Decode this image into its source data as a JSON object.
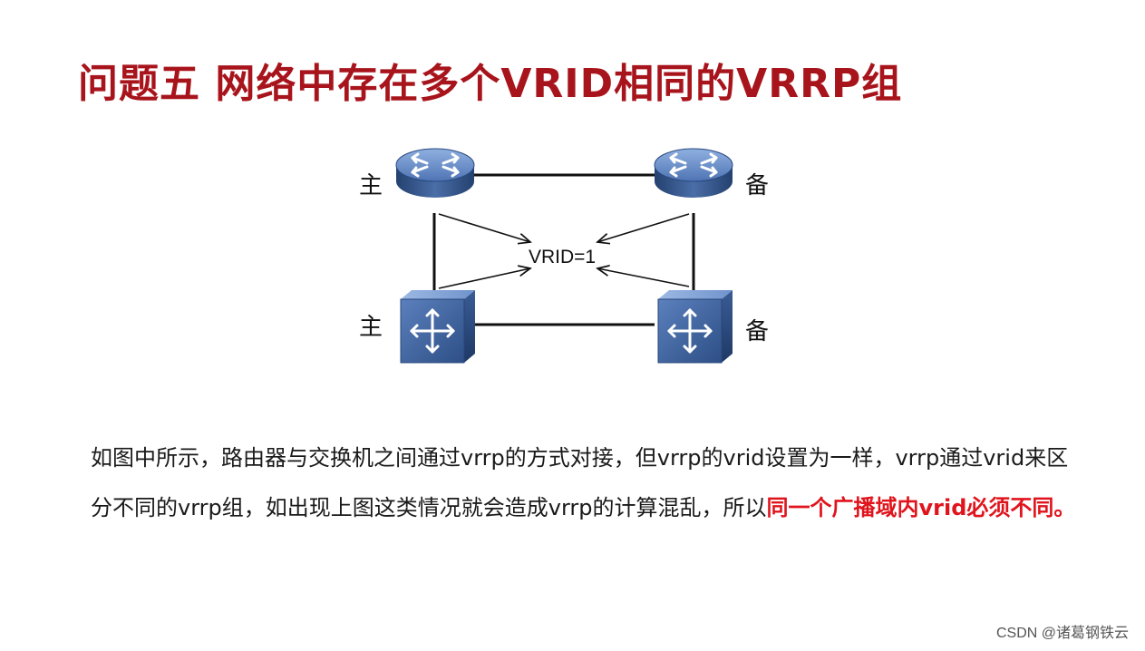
{
  "title": "问题五  网络中存在多个VRID相同的VRRP组",
  "diagram": {
    "router_left_label": "主",
    "router_right_label": "备",
    "switch_left_label": "主",
    "switch_right_label": "备",
    "vrid_label": "VRID=1"
  },
  "body": {
    "text_before": "如图中所示，路由器与交换机之间通过vrrp的方式对接，但vrrp的vrid设置为一样，vrrp通过vrid来区分不同的vrrp组，如出现上图这类情况就会造成vrrp的计算混乱，所以",
    "highlight": "同一个广播域内vrid必须不同。"
  },
  "watermark": "CSDN @诸葛钢铁云",
  "colors": {
    "title": "#a8141c",
    "highlight": "#e0141c",
    "device_blue": "#3e5f9a"
  }
}
